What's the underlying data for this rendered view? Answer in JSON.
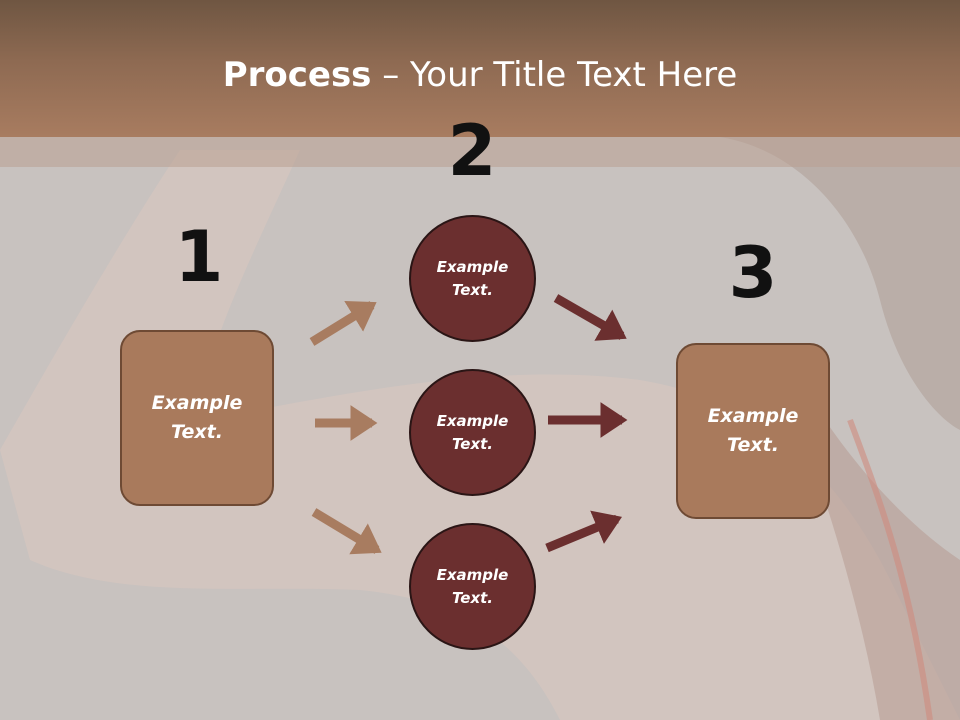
{
  "slide": {
    "title_bold": "Process",
    "title_rest": " – Your Title Text Here"
  },
  "steps": {
    "one": {
      "number": "1",
      "text": "Example\nText."
    },
    "two": {
      "number": "2"
    },
    "three": {
      "number": "3",
      "text": "Example\nText."
    }
  },
  "circles": [
    {
      "text": "Example\nText."
    },
    {
      "text": "Example\nText."
    },
    {
      "text": "Example\nText."
    }
  ],
  "colors": {
    "header": "#a87c60",
    "box_fill": "#a97a5c",
    "circle_fill": "#6b2f2f",
    "arrow_light": "#a87c60",
    "arrow_dark": "#6b2f2f"
  }
}
